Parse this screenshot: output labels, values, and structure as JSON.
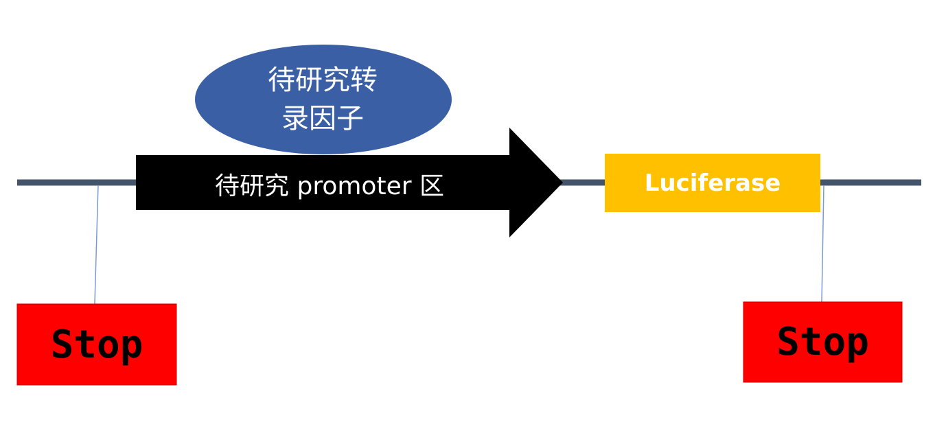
{
  "diagram": {
    "transcription_factor": {
      "label": "待研究转\n录因子",
      "fill": "#3a5fa5"
    },
    "promoter": {
      "label": "待研究 promoter 区",
      "fill": "#000000"
    },
    "reporter": {
      "label": "Luciferase",
      "fill": "#ffc000"
    },
    "stop_left": {
      "label": "Stop",
      "fill": "#ff0000"
    },
    "stop_right": {
      "label": "Stop",
      "fill": "#ff0000"
    },
    "dna_line_color": "#44546a",
    "connector_color": "#7a9bd0"
  }
}
